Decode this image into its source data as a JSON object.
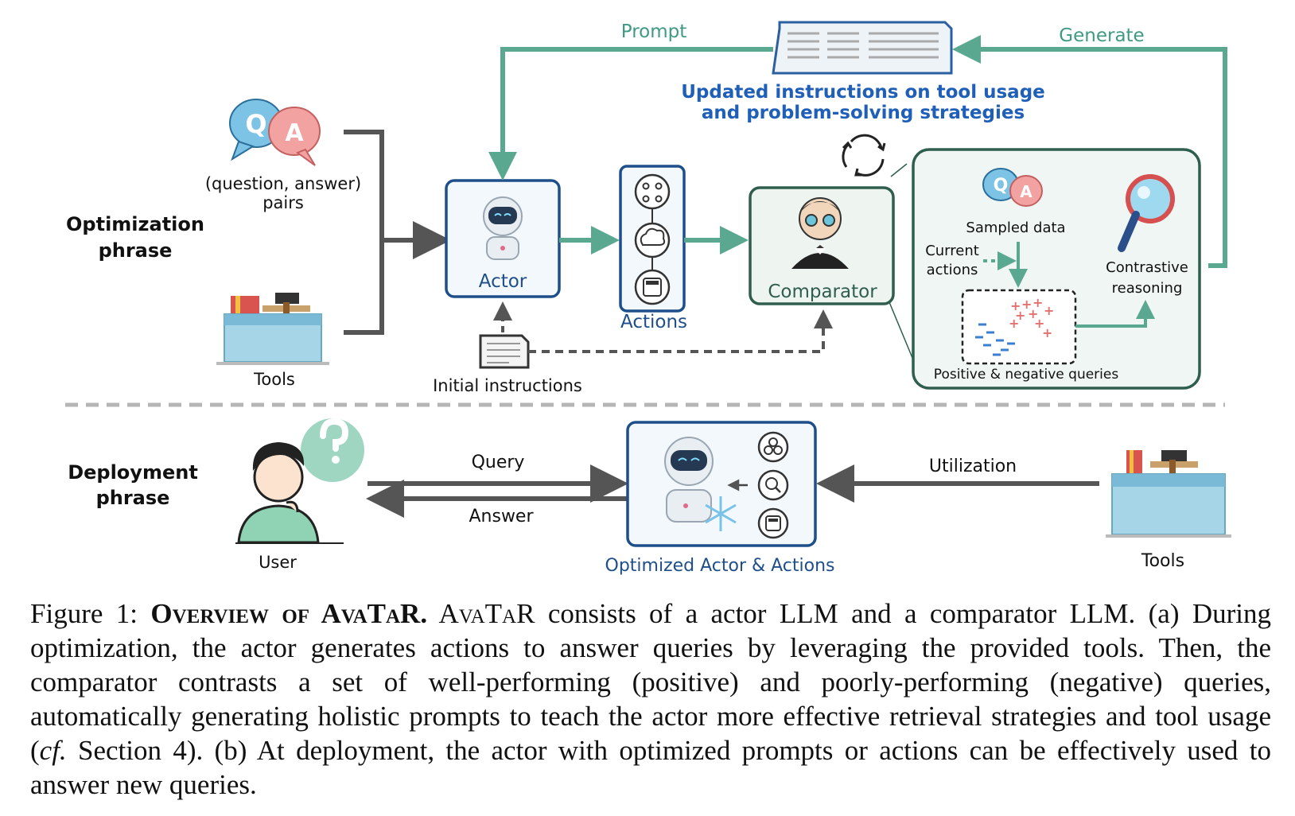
{
  "optimization": {
    "phase_label_line1": "Optimization",
    "phase_label_line2": "phrase",
    "qa_pairs_line1": "(question, answer)",
    "qa_pairs_line2": "pairs",
    "tools": "Tools",
    "actor": "Actor",
    "actions": "Actions",
    "comparator": "Comparator",
    "initial_instructions": "Initial instructions",
    "prompt": "Prompt",
    "generate": "Generate",
    "updated_line1": "Updated instructions on tool usage",
    "updated_line2": "and problem-solving strategies",
    "sampled_data": "Sampled data",
    "current_actions_line1": "Current",
    "current_actions_line2": "actions",
    "contrastive_line1": "Contrastive",
    "contrastive_line2": "reasoning",
    "pos_neg_queries": "Positive & negative queries"
  },
  "deployment": {
    "phase_label_line1": "Deployment",
    "phase_label_line2": "phrase",
    "user": "User",
    "query": "Query",
    "answer": "Answer",
    "utilization": "Utilization",
    "optimized": "Optimized Actor & Actions",
    "tools": "Tools"
  },
  "caption": {
    "prefix": "Figure 1: ",
    "bold": "Overview of AvaTaR.",
    "body1": " AvaTaR",
    "body2": " consists of a actor LLM and a comparator LLM. (a) During optimization, the actor generates actions to answer queries by leveraging the provided tools. Then, the comparator contrasts a set of well-performing (positive) and poorly-performing (negative) queries, automatically generating holistic prompts to teach the actor more effective retrieval strategies and tool usage (",
    "cf": "cf.",
    "body3": " Section 4). (b) At deployment, the actor with optimized prompts or actions can be effectively used to answer new queries."
  },
  "colors": {
    "teal": "#5aa88f",
    "dark_teal": "#2f5e4e",
    "blue_box": "#1f4f8a",
    "gray_arrow": "#555555",
    "blue_text": "#1f5fb8"
  }
}
